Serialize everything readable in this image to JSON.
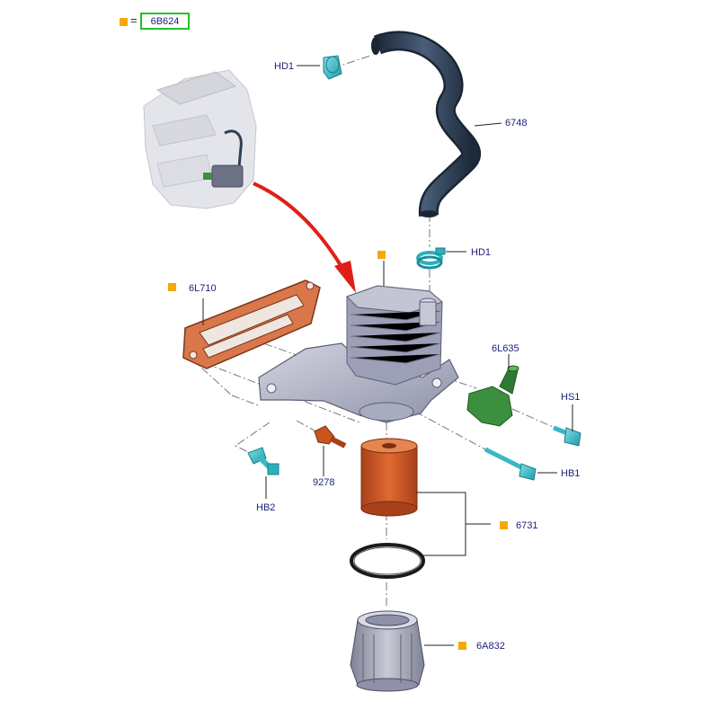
{
  "legend": {
    "equals": "=",
    "part": "6B624"
  },
  "colors": {
    "marker": "#f5a800",
    "label": "#1b1f7a",
    "legend_border": "#22c02b",
    "hose": "#2e3e52",
    "housing": "#b4b7c9",
    "gasket": "#d9774a",
    "filter": "#c9541f",
    "clip": "#39b8c4",
    "connector": "#3c8f3e",
    "arrow": "#e02018"
  },
  "labels": {
    "hd1_top": "HD1",
    "hose": "6748",
    "hd1_mid": "HD1",
    "gasket": "6L710",
    "connector": "6L635",
    "hs1": "HS1",
    "hb1": "HB1",
    "hb2": "HB2",
    "sensor": "9278",
    "filter": "6731",
    "cap": "6A832"
  }
}
